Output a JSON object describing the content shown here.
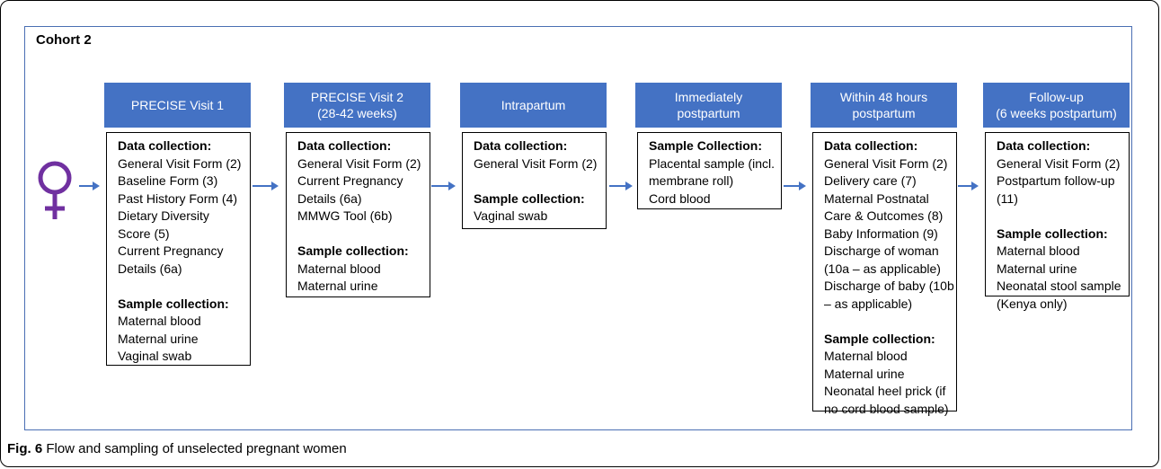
{
  "cohort_title": "Cohort 2",
  "caption": {
    "label": "Fig. 6",
    "text": " Flow and sampling of unselected pregnant women"
  },
  "icon": "female-symbol-icon",
  "colors": {
    "header_fill": "#4472c4",
    "panel_border": "#4a6fb3",
    "arrow": "#4472c4"
  },
  "stages": [
    {
      "header": "PRECISE Visit 1",
      "sections": [
        {
          "title": "Data collection:",
          "items": [
            "General Visit Form (2)",
            "Baseline Form (3)",
            "Past History Form (4)",
            "Dietary Diversity",
            "Score (5)",
            "Current Pregnancy",
            "Details (6a)"
          ]
        },
        {
          "title": "Sample collection:",
          "items": [
            "Maternal blood",
            "Maternal urine",
            "Vaginal swab"
          ]
        }
      ]
    },
    {
      "header": "PRECISE Visit 2\n(28-42 weeks)",
      "sections": [
        {
          "title": "Data collection:",
          "items": [
            "General Visit Form (2)",
            "Current Pregnancy",
            "Details (6a)",
            "MMWG Tool (6b)"
          ]
        },
        {
          "title": "Sample collection:",
          "items": [
            "Maternal blood",
            "Maternal urine"
          ]
        }
      ]
    },
    {
      "header": "Intrapartum",
      "sections": [
        {
          "title": "Data collection:",
          "items": [
            "General Visit Form (2)"
          ]
        },
        {
          "title": "Sample collection:",
          "items": [
            "Vaginal swab"
          ]
        }
      ]
    },
    {
      "header": "Immediately\npostpartum",
      "sections": [
        {
          "title": "Sample Collection:",
          "items": [
            "Placental sample (incl.",
            "membrane roll)",
            "Cord blood"
          ]
        }
      ]
    },
    {
      "header": "Within 48 hours\npostpartum",
      "sections": [
        {
          "title": "Data collection:",
          "items": [
            "General Visit Form (2)",
            "Delivery care (7)",
            "Maternal Postnatal",
            "Care & Outcomes (8)",
            "Baby Information (9)",
            "Discharge of woman",
            "(10a – as applicable)",
            "Discharge of baby (10b",
            "– as applicable)"
          ]
        },
        {
          "title": "Sample collection:",
          "items": [
            "Maternal blood",
            "Maternal urine",
            "Neonatal heel prick (if",
            "no cord blood sample)"
          ]
        }
      ]
    },
    {
      "header": "Follow-up\n(6 weeks postpartum)",
      "sections": [
        {
          "title": "Data collection:",
          "items": [
            "General Visit Form (2)",
            "Postpartum follow-up",
            "(11)"
          ]
        },
        {
          "title": "Sample collection:",
          "items": [
            "Maternal blood",
            "Maternal urine",
            "Neonatal stool sample",
            "(Kenya only)"
          ]
        }
      ]
    }
  ]
}
